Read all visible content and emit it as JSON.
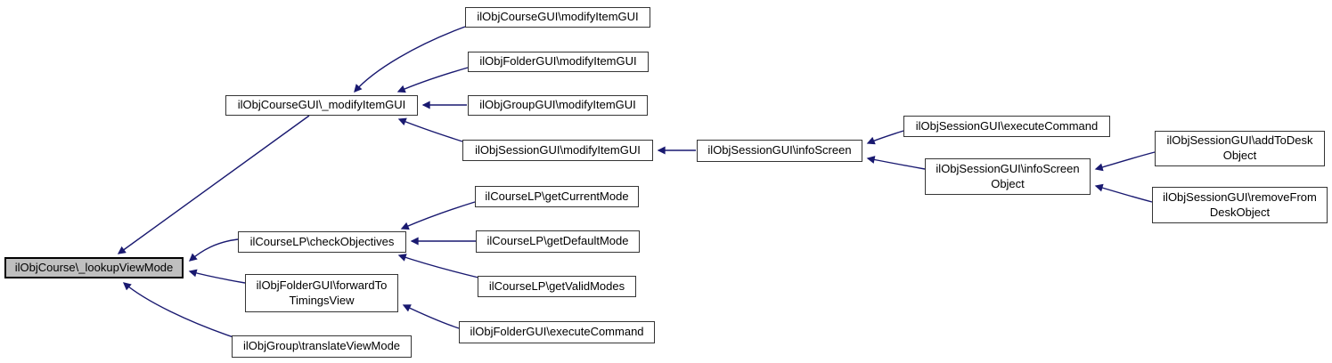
{
  "diagram": {
    "kind": "doxygen-caller-graph",
    "colors": {
      "background": "#ffffff",
      "edge": "#191970",
      "node_fill": "#ffffff",
      "node_border": "#353535",
      "highlight_fill": "#bfbfbf",
      "highlight_border": "#000000",
      "text": "#000000"
    },
    "nodes": [
      {
        "id": "course-modifyitemgui",
        "lines": [
          "ilObjCourseGUI\\modifyItemGUI"
        ]
      },
      {
        "id": "folder-modifyitemgui",
        "lines": [
          "ilObjFolderGUI\\modifyItemGUI"
        ]
      },
      {
        "id": "group-modifyitemgui",
        "lines": [
          "ilObjGroupGUI\\modifyItemGUI"
        ]
      },
      {
        "id": "course-internal-modifyitemgui",
        "lines": [
          "ilObjCourseGUI\\_modifyItemGUI"
        ]
      },
      {
        "id": "session-modifyitemgui",
        "lines": [
          "ilObjSessionGUI\\modifyItemGUI"
        ]
      },
      {
        "id": "session-infoscreen",
        "lines": [
          "ilObjSessionGUI\\infoScreen"
        ]
      },
      {
        "id": "session-executecommand",
        "lines": [
          "ilObjSessionGUI\\executeCommand"
        ]
      },
      {
        "id": "session-infoscreenobject",
        "lines": [
          "ilObjSessionGUI\\infoScreen",
          "Object"
        ]
      },
      {
        "id": "session-addtodeskobject",
        "lines": [
          "ilObjSessionGUI\\addToDesk",
          "Object"
        ]
      },
      {
        "id": "session-removefromdeskobject",
        "lines": [
          "ilObjSessionGUI\\removeFrom",
          "DeskObject"
        ]
      },
      {
        "id": "courselp-getcurrentmode",
        "lines": [
          "ilCourseLP\\getCurrentMode"
        ]
      },
      {
        "id": "courselp-checkobjectives",
        "lines": [
          "ilCourseLP\\checkObjectives"
        ]
      },
      {
        "id": "courselp-getdefaultmode",
        "lines": [
          "ilCourseLP\\getDefaultMode"
        ]
      },
      {
        "id": "courselp-getvalidmodes",
        "lines": [
          "ilCourseLP\\getValidModes"
        ]
      },
      {
        "id": "folder-forwardtotimingsview",
        "lines": [
          "ilObjFolderGUI\\forwardTo",
          "TimingsView"
        ]
      },
      {
        "id": "folder-executecommand",
        "lines": [
          "ilObjFolderGUI\\executeCommand"
        ]
      },
      {
        "id": "group-translateviewmode",
        "lines": [
          "ilObjGroup\\translateViewMode"
        ]
      },
      {
        "id": "course-lookupviewmode",
        "lines": [
          "ilObjCourse\\_lookupViewMode"
        ],
        "highlighted": true
      }
    ],
    "edges": [
      {
        "from": "course-internal-modifyitemgui",
        "to": "course-lookupviewmode"
      },
      {
        "from": "courselp-checkobjectives",
        "to": "course-lookupviewmode"
      },
      {
        "from": "folder-forwardtotimingsview",
        "to": "course-lookupviewmode"
      },
      {
        "from": "group-translateviewmode",
        "to": "course-lookupviewmode"
      },
      {
        "from": "course-modifyitemgui",
        "to": "course-internal-modifyitemgui"
      },
      {
        "from": "folder-modifyitemgui",
        "to": "course-internal-modifyitemgui"
      },
      {
        "from": "group-modifyitemgui",
        "to": "course-internal-modifyitemgui"
      },
      {
        "from": "session-modifyitemgui",
        "to": "course-internal-modifyitemgui"
      },
      {
        "from": "session-infoscreen",
        "to": "session-modifyitemgui"
      },
      {
        "from": "session-executecommand",
        "to": "session-infoscreen"
      },
      {
        "from": "session-infoscreenobject",
        "to": "session-infoscreen"
      },
      {
        "from": "session-addtodeskobject",
        "to": "session-infoscreenobject"
      },
      {
        "from": "session-removefromdeskobject",
        "to": "session-infoscreenobject"
      },
      {
        "from": "courselp-getcurrentmode",
        "to": "courselp-checkobjectives"
      },
      {
        "from": "courselp-getdefaultmode",
        "to": "courselp-checkobjectives"
      },
      {
        "from": "courselp-getvalidmodes",
        "to": "courselp-checkobjectives"
      },
      {
        "from": "folder-executecommand",
        "to": "folder-forwardtotimingsview"
      }
    ]
  }
}
